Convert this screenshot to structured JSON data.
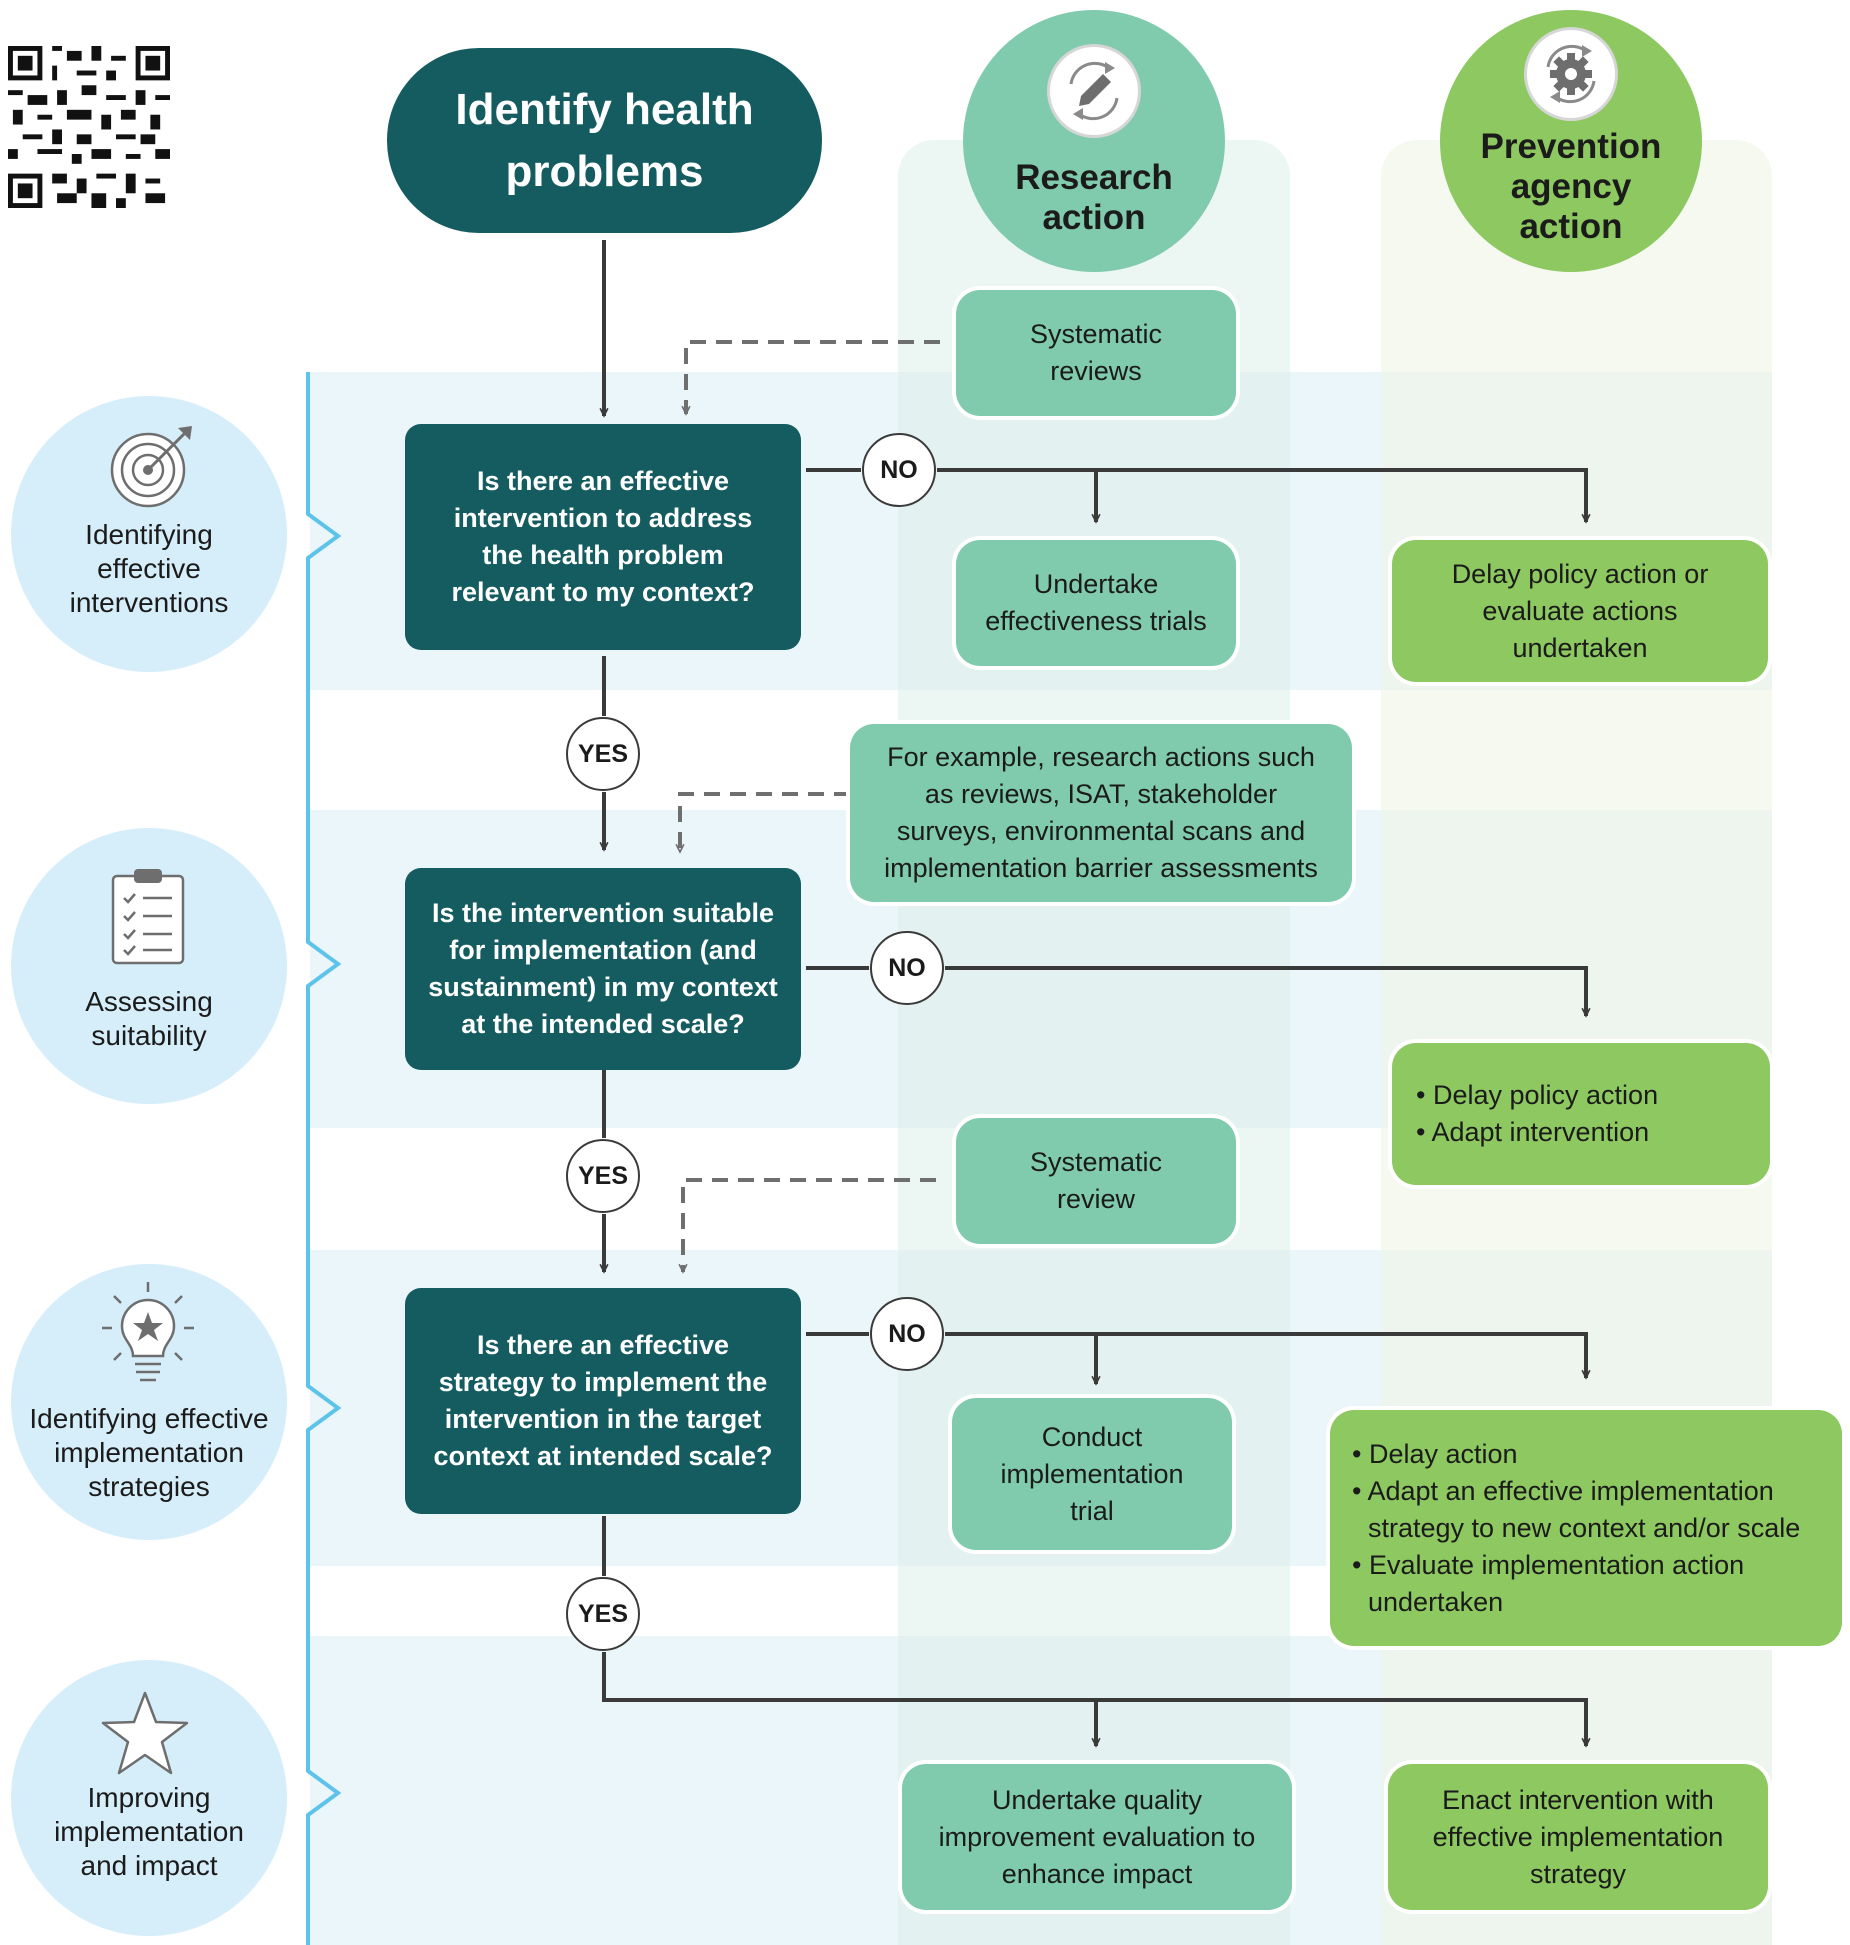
{
  "colors": {
    "dark_teal": "#145c60",
    "research_green": "#80cbae",
    "prevention_green": "#8dc860",
    "stage_blue": "#d6eefa",
    "bracket_blue": "#5ec3ea",
    "arrow": "#3a3a3a",
    "dashed_arrow": "#6f6f6f"
  },
  "start": {
    "title": "Identify health problems"
  },
  "columns": {
    "research": {
      "title": "Research action",
      "icon": "pencil-cycle-icon"
    },
    "prevention": {
      "title": "Prevention agency action",
      "icon": "gear-cycle-icon"
    }
  },
  "stages": [
    {
      "label": "Identifying effective interventions",
      "icon": "target-icon"
    },
    {
      "label": "Assessing suitability",
      "icon": "clipboard-checklist-icon"
    },
    {
      "label": "Identifying effective implementation strategies",
      "icon": "lightbulb-icon"
    },
    {
      "label": "Improving implementation and impact",
      "icon": "star-icon"
    }
  ],
  "questions": [
    {
      "text": "Is there an effective intervention to address the health problem relevant to my context?"
    },
    {
      "text": "Is the intervention suitable for implementation (and sustainment) in my context at the intended scale?"
    },
    {
      "text": "Is there an effective strategy to implement the intervention in the target context at intended scale?"
    }
  ],
  "badges": {
    "no": "NO",
    "yes": "YES"
  },
  "research_boxes": {
    "systematic_reviews": "Systematic reviews",
    "effectiveness_trials": "Undertake effectiveness trials",
    "research_examples": "For example, research actions such as reviews, ISAT, stakeholder surveys, environmental scans and implementation barrier assessments",
    "systematic_review": "Systematic review",
    "implementation_trial": "Conduct implementation trial",
    "quality_improvement": "Undertake quality improvement evaluation to enhance impact"
  },
  "prevention_boxes": {
    "delay_or_evaluate": "Delay policy action or evaluate actions undertaken",
    "suitability_actions": [
      "Delay policy action",
      "Adapt intervention"
    ],
    "strategy_actions": [
      "Delay action",
      "Adapt an effective implementation strategy to new context and/or scale",
      "Evaluate implementation action undertaken"
    ],
    "enact": "Enact intervention with effective implementation strategy"
  }
}
